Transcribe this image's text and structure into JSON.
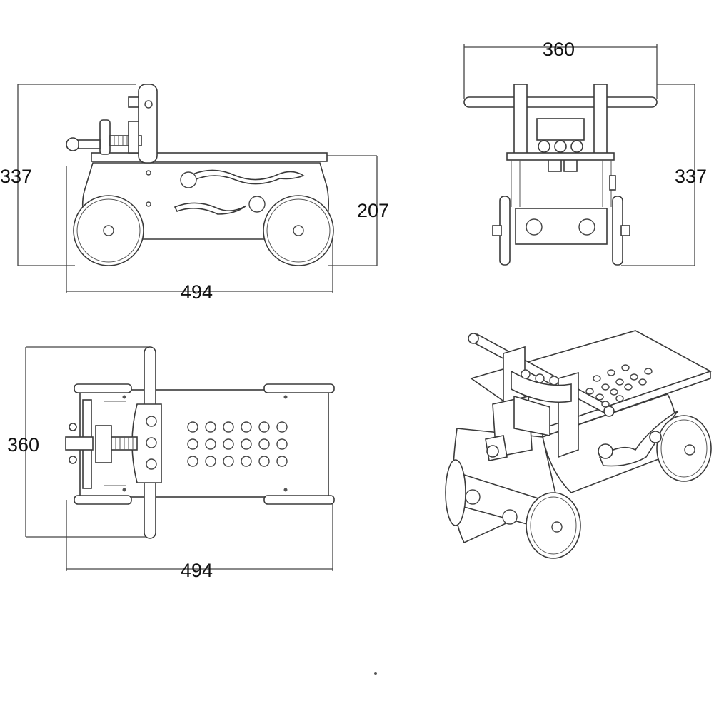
{
  "views": {
    "side": {
      "width_label": "494",
      "height_label": "337",
      "body_height_label": "207"
    },
    "front": {
      "width_label": "360",
      "height_label": "337"
    },
    "top": {
      "width_label": "494",
      "depth_label": "360"
    },
    "isometric": {}
  },
  "colors": {
    "line": "#3a3a3a",
    "background": "#ffffff"
  }
}
